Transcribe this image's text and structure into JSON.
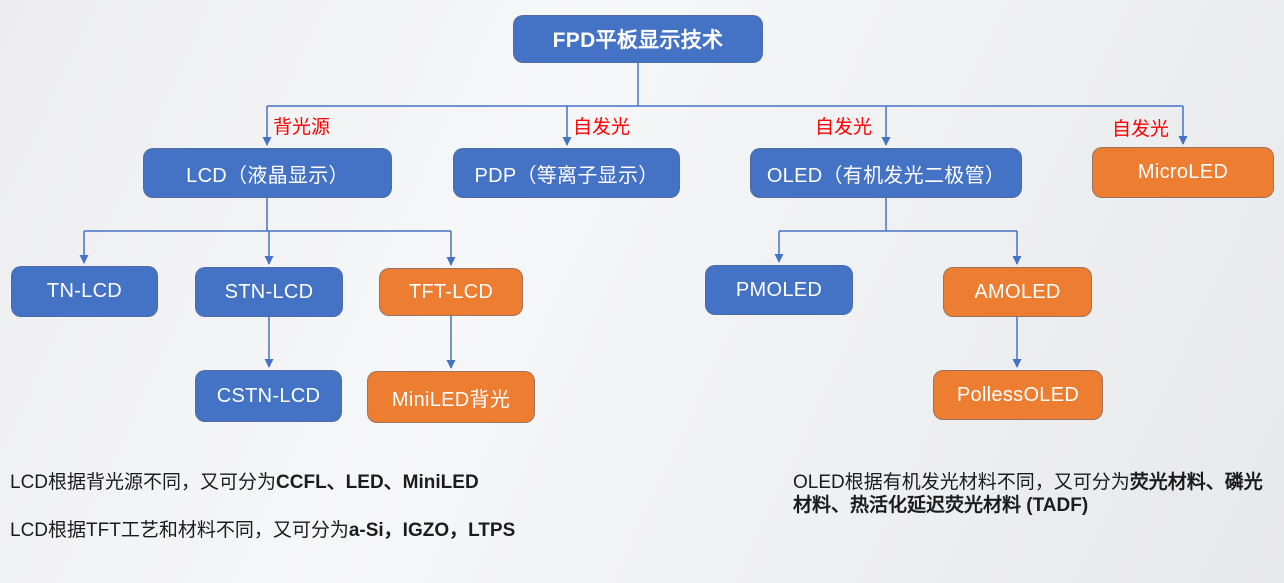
{
  "diagram": {
    "title": "FPD平板显示技术",
    "edge_labels": {
      "lcd": "背光源",
      "pdp": "自发光",
      "oled": "自发光",
      "microled": "自发光"
    },
    "nodes": {
      "lcd": "LCD（液晶显示）",
      "pdp": "PDP（等离子显示）",
      "oled": "OLED（有机发光二极管）",
      "microled": "MicroLED",
      "tn": "TN-LCD",
      "stn": "STN-LCD",
      "tft": "TFT-LCD",
      "cstn": "CSTN-LCD",
      "miniled": "MiniLED背光",
      "pmoled": "PMOLED",
      "amoled": "AMOLED",
      "polless": "PollessOLED"
    },
    "notes": [
      {
        "prefix": "LCD根据背光源不同，又可分为",
        "bold": "CCFL、LED、MiniLED"
      },
      {
        "prefix": "LCD根据TFT工艺和材料不同，又可分为",
        "bold": "a-Si，IGZO，LTPS"
      },
      {
        "prefix": "OLED根据有机发光材料不同，又可分为",
        "bold": "荧光材料、磷光材料、热活化延迟荧光材料 (TADF)"
      }
    ],
    "colors": {
      "node_blue": "#4472C4",
      "node_orange": "#ED7D31",
      "connector_blue": "#4472C4",
      "edge_label_red": "#FF0000"
    }
  }
}
